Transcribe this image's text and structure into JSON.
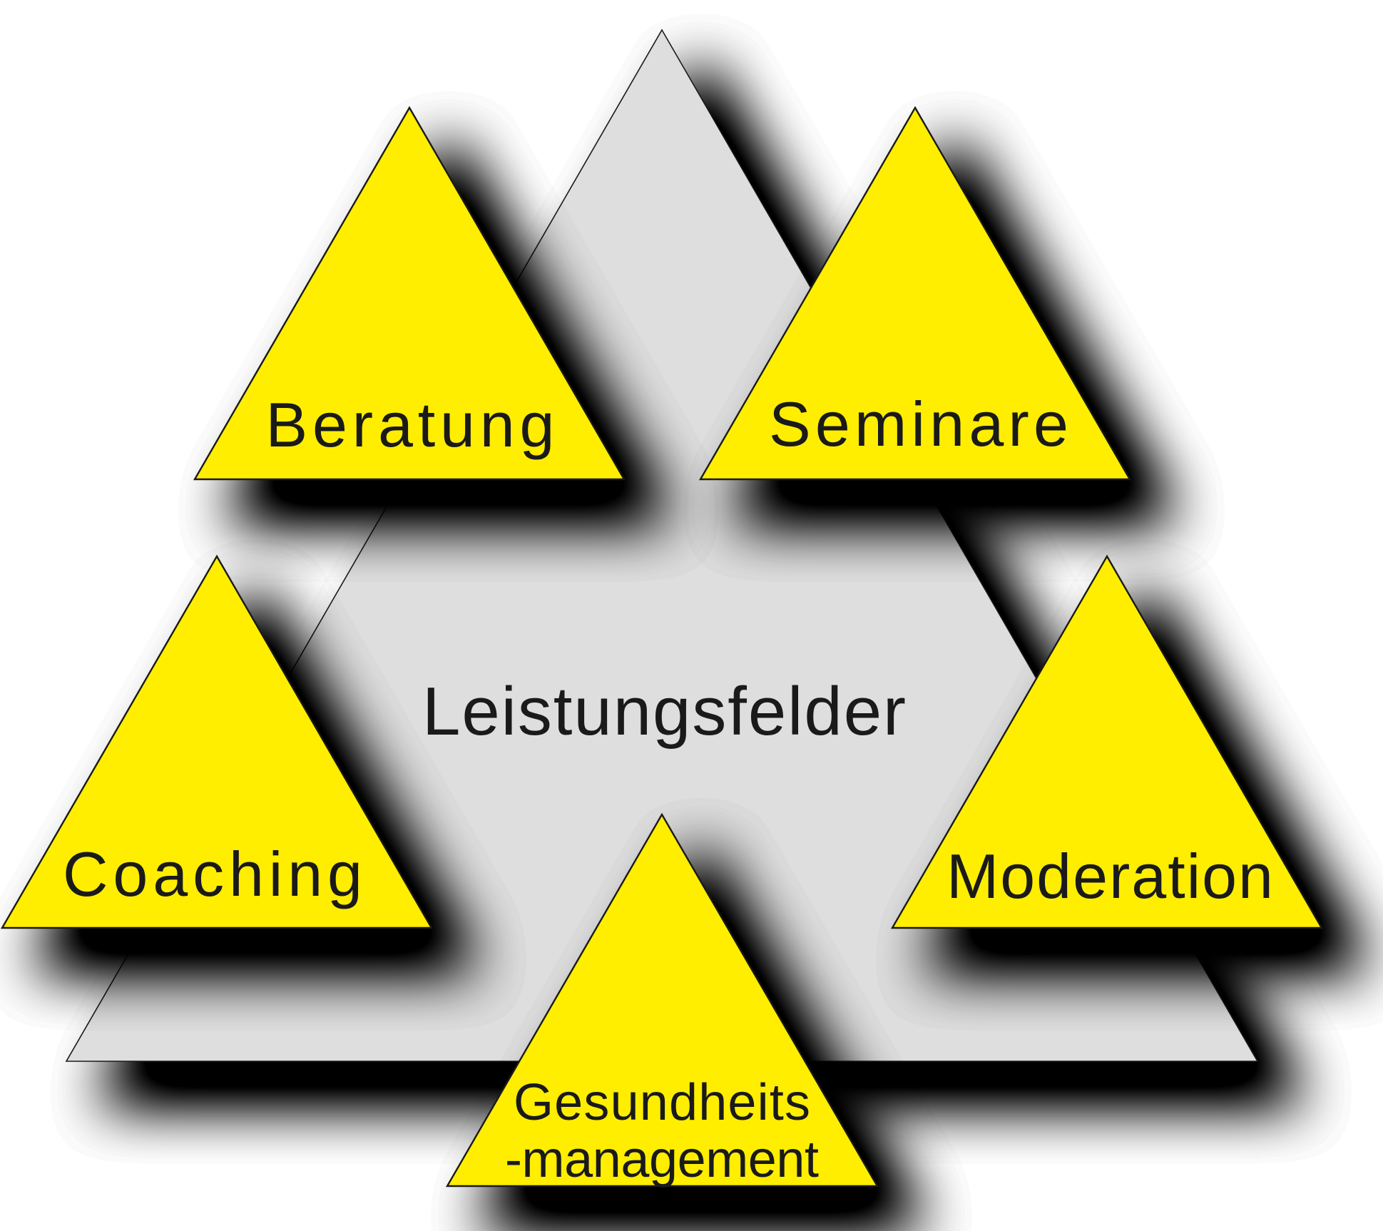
{
  "diagram": {
    "center_label": "Leistungsfelder",
    "fields": [
      {
        "label": "Beratung"
      },
      {
        "label": "Seminare"
      },
      {
        "label": "Coaching"
      },
      {
        "label": "Moderation"
      },
      {
        "label": "Gesundheits",
        "label_line2": "-management"
      }
    ],
    "colors": {
      "triangle_yellow": "#FFEE00",
      "triangle_gray": "#DEDEDE",
      "outline": "#1A1A1A",
      "text": "#1A1A1A",
      "background": "#FFFFFF"
    }
  }
}
